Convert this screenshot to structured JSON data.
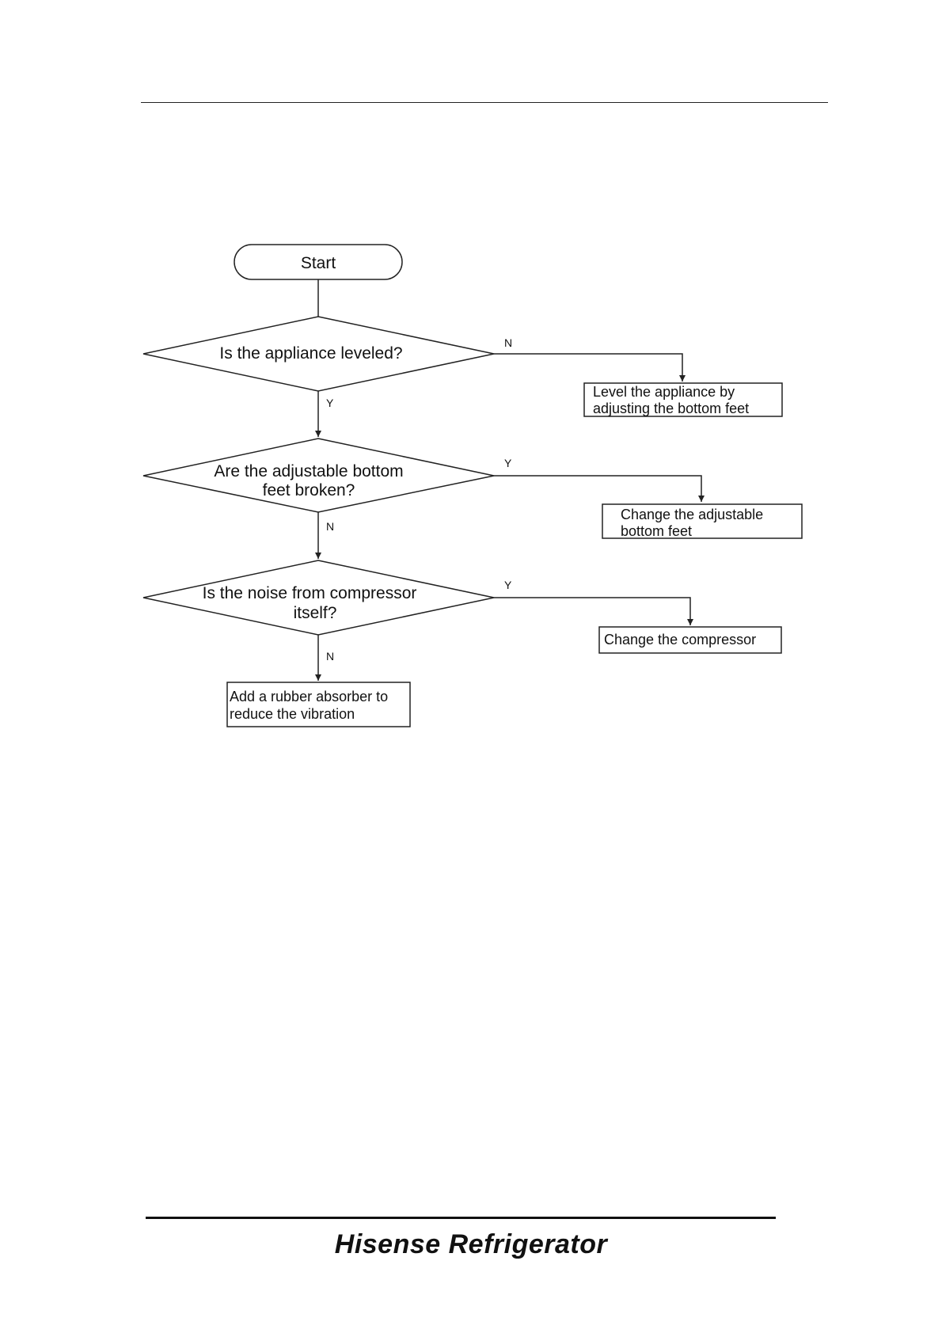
{
  "brand": "Hisense Refrigerator",
  "flowchart": {
    "start": "Start",
    "decisions": [
      {
        "id": "leveled",
        "lines": [
          "Is the appliance leveled?"
        ],
        "side_branch": "N",
        "down_branch": "Y"
      },
      {
        "id": "feet",
        "lines": [
          "Are the adjustable bottom",
          "feet broken?"
        ],
        "side_branch": "Y",
        "down_branch": "N"
      },
      {
        "id": "compressor",
        "lines": [
          "Is the noise from compressor",
          "itself?"
        ],
        "side_branch": "Y",
        "down_branch": "N"
      }
    ],
    "actions": [
      {
        "id": "level",
        "lines": [
          "Level the appliance by",
          "adjusting the bottom feet"
        ]
      },
      {
        "id": "change-feet",
        "lines": [
          "Change the adjustable",
          "bottom feet"
        ]
      },
      {
        "id": "change-compressor",
        "lines": [
          "Change the compressor"
        ]
      },
      {
        "id": "rubber",
        "lines": [
          "Add a rubber absorber to",
          "reduce the vibration"
        ]
      }
    ]
  }
}
